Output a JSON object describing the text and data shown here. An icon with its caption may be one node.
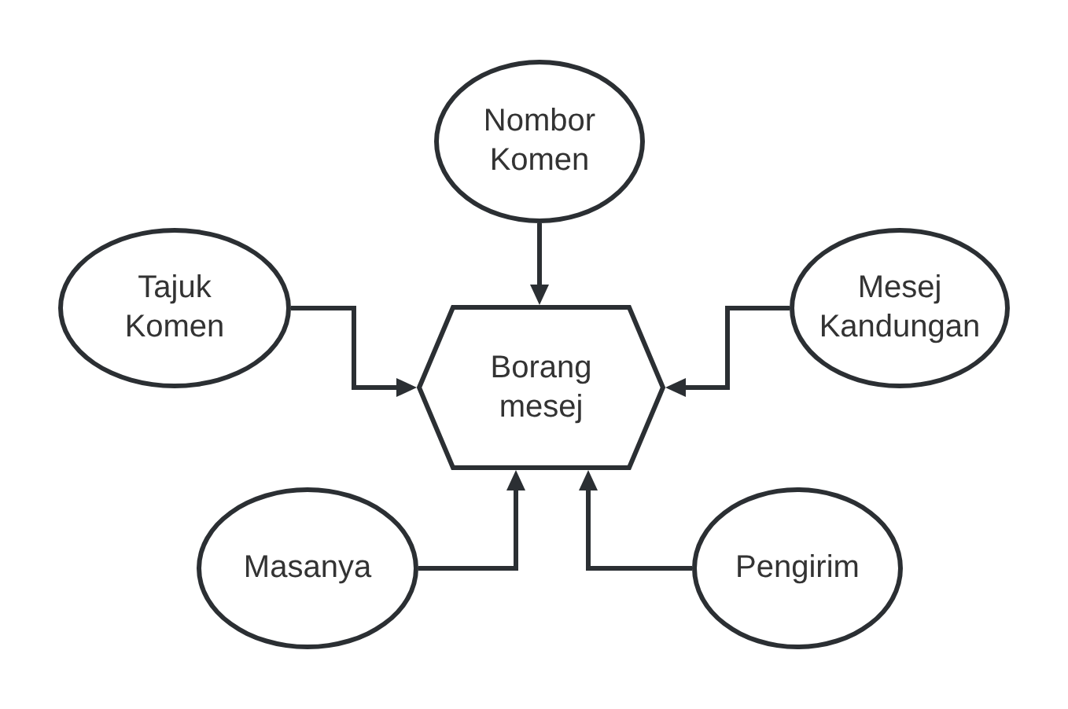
{
  "diagram": {
    "nodes": [
      {
        "text": [
          "Nombor Komen"
        ]
      },
      {
        "text": [
          "Tajuk Komen"
        ]
      },
      {
        "text": [
          "Borang mesej"
        ]
      },
      {
        "text": [
          "Mesej Kandungan"
        ]
      },
      {
        "text": [
          "Masanya"
        ]
      },
      {
        "text": [
          "Pengirim"
        ]
      }
    ],
    "edges": [
      {
        "from": 0,
        "to": 2,
        "arrow": "to"
      },
      {
        "from": 1,
        "to": 2,
        "arrow": "to"
      },
      {
        "from": 3,
        "to": 2,
        "arrow": "to"
      },
      {
        "from": 4,
        "to": 2,
        "arrow": "to"
      },
      {
        "from": 5,
        "to": 2,
        "arrow": "to"
      }
    ]
  }
}
